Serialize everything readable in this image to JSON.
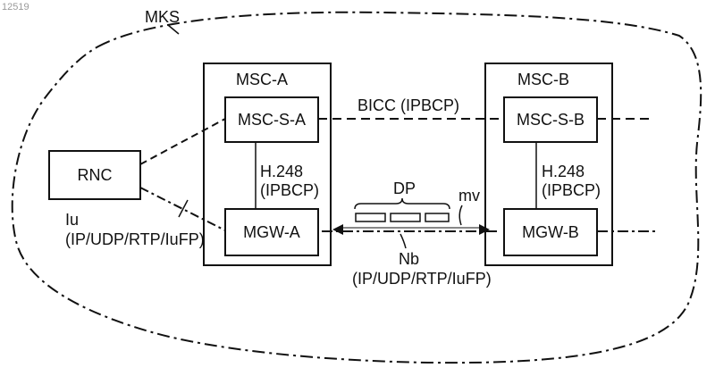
{
  "figure": {
    "id_text": "12519",
    "region_label": "MKS",
    "stroke_color": "#111111"
  },
  "nodes": {
    "rnc": "RNC",
    "msc_a": "MSC-A",
    "msc_s_a": "MSC-S-A",
    "mgw_a": "MGW-A",
    "msc_b": "MSC-B",
    "msc_s_b": "MSC-S-B",
    "mgw_b": "MGW-B"
  },
  "labels": {
    "bicc": "BICC (IPBCP)",
    "h248_a_line1": "H.248",
    "h248_a_line2": "(IPBCP)",
    "h248_b_line1": "H.248",
    "h248_b_line2": "(IPBCP)",
    "iu_line1": "Iu",
    "iu_line2": "(IP/UDP/RTP/IuFP)",
    "dp": "DP",
    "mv": "mv",
    "nb_line1": "Nb",
    "nb_line2": "(IP/UDP/RTP/IuFP)"
  }
}
